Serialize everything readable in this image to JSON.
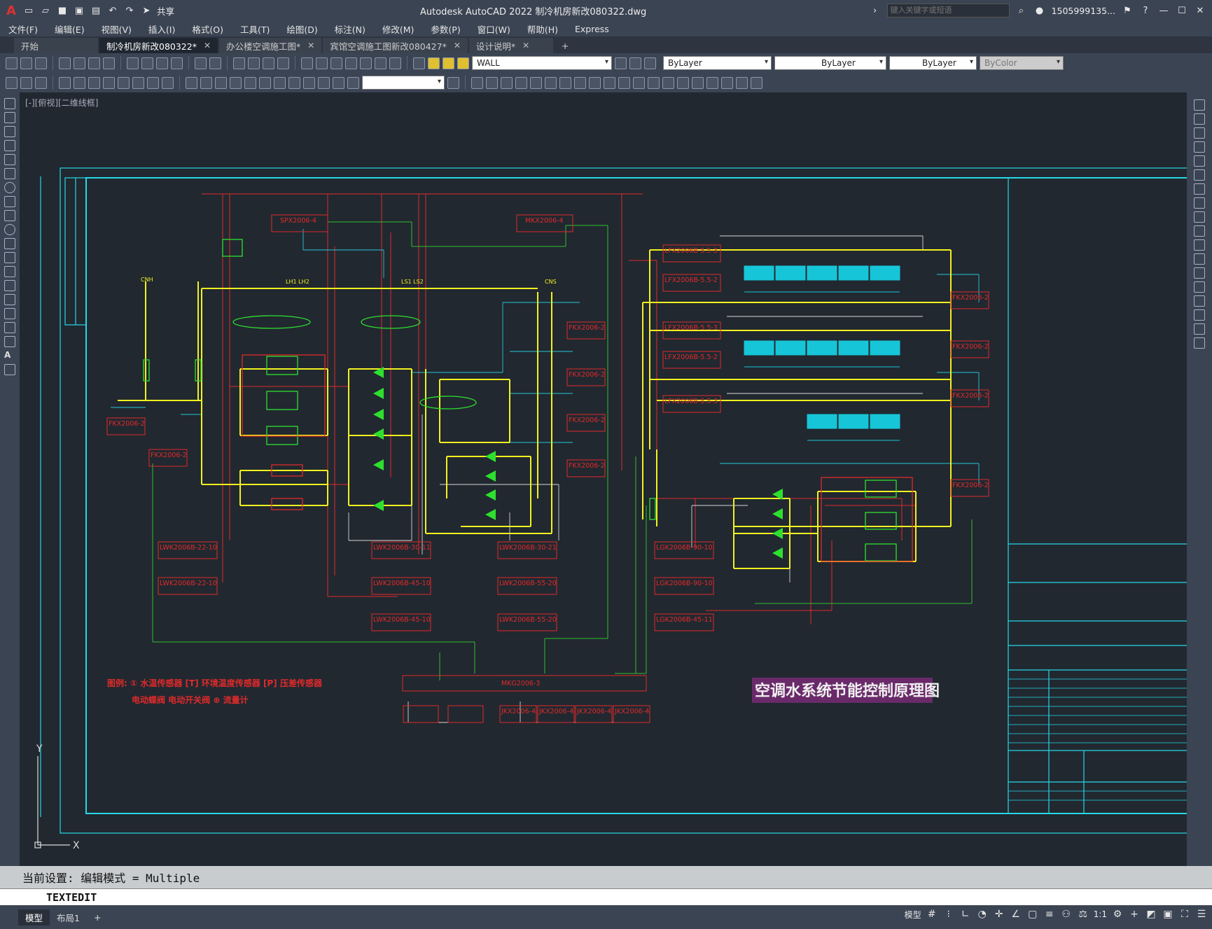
{
  "app": {
    "title": "Autodesk AutoCAD 2022    制冷机房新改080322.dwg",
    "share_label": "共享",
    "search_placeholder": "键入关键字或短语",
    "user": "1505999135..."
  },
  "menu": [
    "文件(F)",
    "编辑(E)",
    "视图(V)",
    "插入(I)",
    "格式(O)",
    "工具(T)",
    "绘图(D)",
    "标注(N)",
    "修改(M)",
    "参数(P)",
    "窗口(W)",
    "帮助(H)",
    "Express"
  ],
  "tabs": [
    {
      "label": "开始",
      "closable": false,
      "active": false
    },
    {
      "label": "制冷机房新改080322*",
      "closable": true,
      "active": true
    },
    {
      "label": "办公楼空调施工图*",
      "closable": true,
      "active": false
    },
    {
      "label": "宾馆空调施工图新改080427*",
      "closable": true,
      "active": false
    },
    {
      "label": "设计说明*",
      "closable": true,
      "active": false
    }
  ],
  "layer": {
    "name": "WALL",
    "color": "ByLayer",
    "linetype": "ByLayer",
    "lineweight": "ByLayer",
    "plotstyle": "ByColor"
  },
  "viewport_label": "[-][俯视][二维线框]",
  "drawing": {
    "title": "空调水系统节能控制原理图",
    "legend_line1": "图例: ① 水温传感器 [T] 环境温度传感器 [P] 压差传感器",
    "legend_line2": "电动蝶阀    电动开关阀    ⊕   流量计",
    "labels": {
      "spx": "SPX2006-4",
      "mkx": "MKX2006-4",
      "mkg": "MKG2006-3",
      "fkx": "FKX2006-2",
      "lfx1": "LFX2006B-5.5-3",
      "lfx2": "LFX2006B-5.5-2",
      "lwk22": "LWK2006B-22-10",
      "lwk30": "LWK2006B-30-11",
      "lwk30b": "LWK2006B-30-21",
      "lwk45": "LWK2006B-45-10",
      "lwk55": "LWK2006B-55-20",
      "lgk90": "LGK2006B-90-10",
      "lgk45": "LGK2006B-45-11",
      "jkx": "JKX2006-4",
      "cnh": "CNH",
      "cns": "CNS",
      "lh": "LH1 LH2",
      "ls": "LS1 LS2"
    }
  },
  "command": {
    "history": "当前设置: 编辑模式 = Multiple",
    "current": "TEXTEDIT"
  },
  "status": {
    "tabs": [
      {
        "label": "模型",
        "active": true
      },
      {
        "label": "布局1",
        "active": false
      }
    ],
    "scale": "1:1"
  }
}
